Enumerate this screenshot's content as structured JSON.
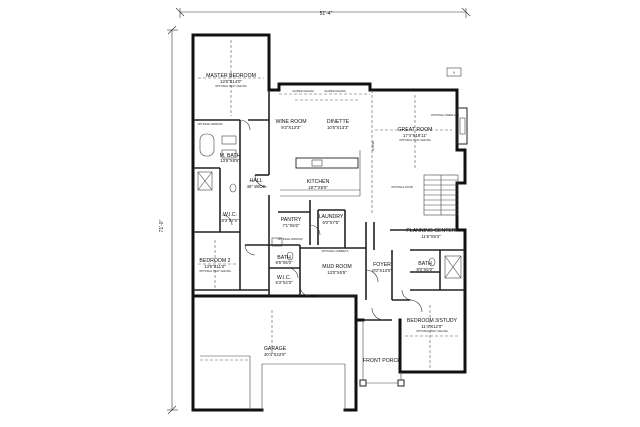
{
  "dimensions": {
    "overall_width": "51'-4\"",
    "overall_depth": "71'-0\""
  },
  "rooms": [
    {
      "key": "master_bedroom",
      "name": "MASTER BEDROOM",
      "size": "13'6\"X14'0\""
    },
    {
      "key": "wine_room",
      "name": "WINE ROOM",
      "size": "9'2\"X13'3\""
    },
    {
      "key": "dinette",
      "name": "DINETTE",
      "size": "10'5\"X13'3\""
    },
    {
      "key": "great_room",
      "name": "GREAT ROOM",
      "size": "17'4\"X19'11\""
    },
    {
      "key": "m_bath",
      "name": "M. BATH",
      "size": "13'6\"X8'6\""
    },
    {
      "key": "hall",
      "name": "HALL",
      "size": "46\" WIDE"
    },
    {
      "key": "kitchen",
      "name": "KITCHEN",
      "size": "18'7\"X9'0\""
    },
    {
      "key": "w_i_c",
      "name": "W.I.C.",
      "size": "8'3\"X7'0\""
    },
    {
      "key": "pantry",
      "name": "PANTRY",
      "size": "7'1\"X5'0\""
    },
    {
      "key": "laundry",
      "name": "LAUNDRY",
      "size": "6'0\"X7'5\""
    },
    {
      "key": "planning_center",
      "name": "PLANNING CENTER",
      "size": "11'6\"X5'3\""
    },
    {
      "key": "bedroom_2",
      "name": "BEDROOM 2",
      "size": "13'6\"X11'0\""
    },
    {
      "key": "bath",
      "name": "BATH",
      "size": "9'6\"X5'0\""
    },
    {
      "key": "mud_room",
      "name": "MUD ROOM",
      "size": "13'0\"X5'5\""
    },
    {
      "key": "foyer",
      "name": "FOYER",
      "size": "8'0\"X13'0\""
    },
    {
      "key": "bath_2",
      "name": "BATH",
      "size": "8'0\"X5'0\""
    },
    {
      "key": "w_i_c_2",
      "name": "W.I.C.",
      "size": "5'3\"X4'3\""
    },
    {
      "key": "bedroom_3",
      "name": "BEDROOM 3/STUDY",
      "size": "11'4\"X12'0\""
    },
    {
      "key": "garage",
      "name": "GARAGE",
      "size": "30'4\"X22'0\""
    },
    {
      "key": "front_porch",
      "name": "FRONT PORCH",
      "size": ""
    }
  ],
  "notes": {
    "ceiling_note": "OPTIONAL TRAY CEILING",
    "sloped_ceiling": "SLOPED CEILING",
    "optional_cabinets": "OPTIONAL CABINETS",
    "optional_window": "OPTIONAL WINDOW",
    "optional_fireplace": "OPTIONAL FIREPLACE",
    "optional_door": "OPTIONAL DOOR",
    "slope_label": "SLOPED",
    "compass_label": "N"
  }
}
